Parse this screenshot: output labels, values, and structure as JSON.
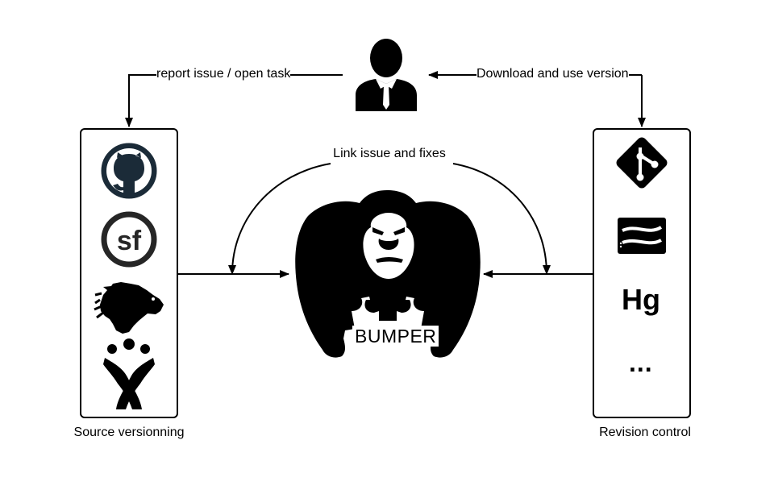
{
  "labels": {
    "report": "report issue / open task",
    "download": "Download and use version",
    "link": "Link issue and fixes",
    "source": "Source versionning",
    "revision": "Revision control"
  },
  "mascot": {
    "name": "BUMPER"
  },
  "revision_tools": {
    "hg": "Hg",
    "more": "..."
  },
  "icons": {
    "user": "user-icon",
    "github": "github-icon",
    "sourceforge": "sourceforge-icon",
    "bugzilla": "bugzilla-icon",
    "jira": "jira-icon",
    "git": "git-icon",
    "subversion": "subversion-icon",
    "gorilla": "gorilla-icon"
  }
}
